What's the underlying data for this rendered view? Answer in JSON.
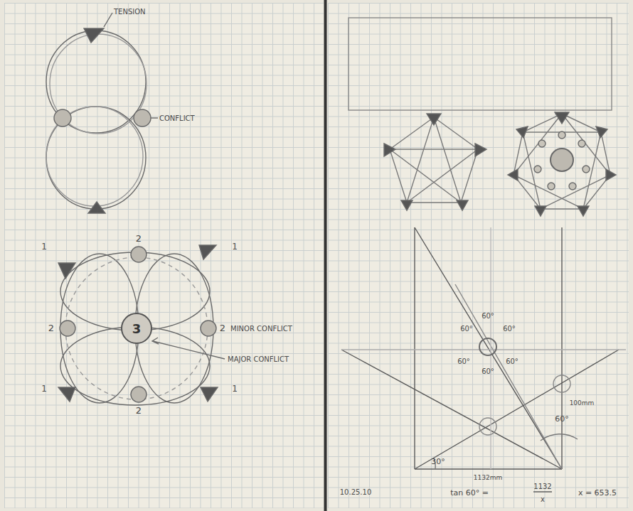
{
  "diagram": {
    "nodes": [
      {
        "text": [
          "3"
        ]
      }
    ],
    "labels": [
      "TENSION",
      "CONFLICT",
      "1",
      "2",
      "1",
      "2",
      "2",
      "MINOR CONFLICT",
      "MAJOR CONFLICT",
      "1",
      "2",
      "1",
      "60°",
      "60°",
      "60°",
      "60°",
      "60°",
      "60°",
      "100mm",
      "60°",
      "30°",
      "1132mm",
      "10.25.10",
      "tan 60° =",
      "1132",
      "x",
      "x = 653.5"
    ]
  }
}
